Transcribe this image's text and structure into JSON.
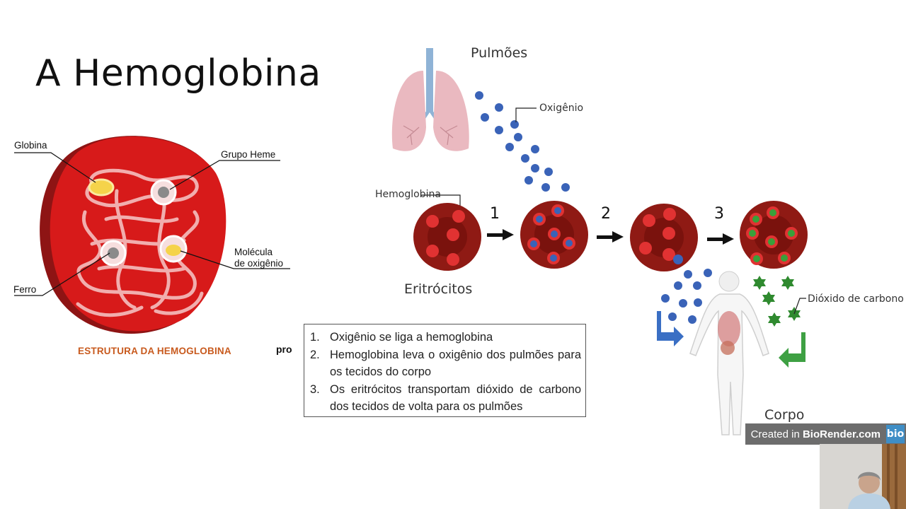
{
  "slide": {
    "title": "A Hemoglobina"
  },
  "structure_diagram": {
    "labels": {
      "globina": "Globina",
      "grupo_heme": "Grupo Heme",
      "molecula_line1": "Molécula",
      "molecula_line2": "de oxigênio",
      "ferro": "Ferro"
    },
    "caption": "ESTRUTURA DA HEMOGLOBINA"
  },
  "truncated_text": "pro",
  "transport_diagram": {
    "labels": {
      "pulmoes": "Pulmões",
      "oxigenio": "Oxigênio",
      "hemoglobina": "Hemoglobina",
      "eritrocitos": "Eritrócitos",
      "dioxido": "Dióxido de carbono",
      "corpo": "Corpo"
    },
    "step_numbers": [
      "1",
      "2",
      "3"
    ],
    "colors": {
      "cell": "#b3261e",
      "oxygen": "#3a63b8",
      "co2": "#3a9a3a",
      "arrow_blue": "#3a6fc4",
      "arrow_green": "#3ea043"
    }
  },
  "steps_box": {
    "items": [
      {
        "num": "1.",
        "text": "Oxigênio se liga a hemoglobina"
      },
      {
        "num": "2.",
        "text": "Hemoglobina leva o oxigênio dos pulmões para os tecidos do corpo"
      },
      {
        "num": "3.",
        "text": "Os eritrócitos transportam dióxido de carbono dos tecidos de volta para os pulmões"
      }
    ]
  },
  "credit": {
    "prefix": "Created in ",
    "brand": "BioRender.com",
    "logo": "bio"
  }
}
